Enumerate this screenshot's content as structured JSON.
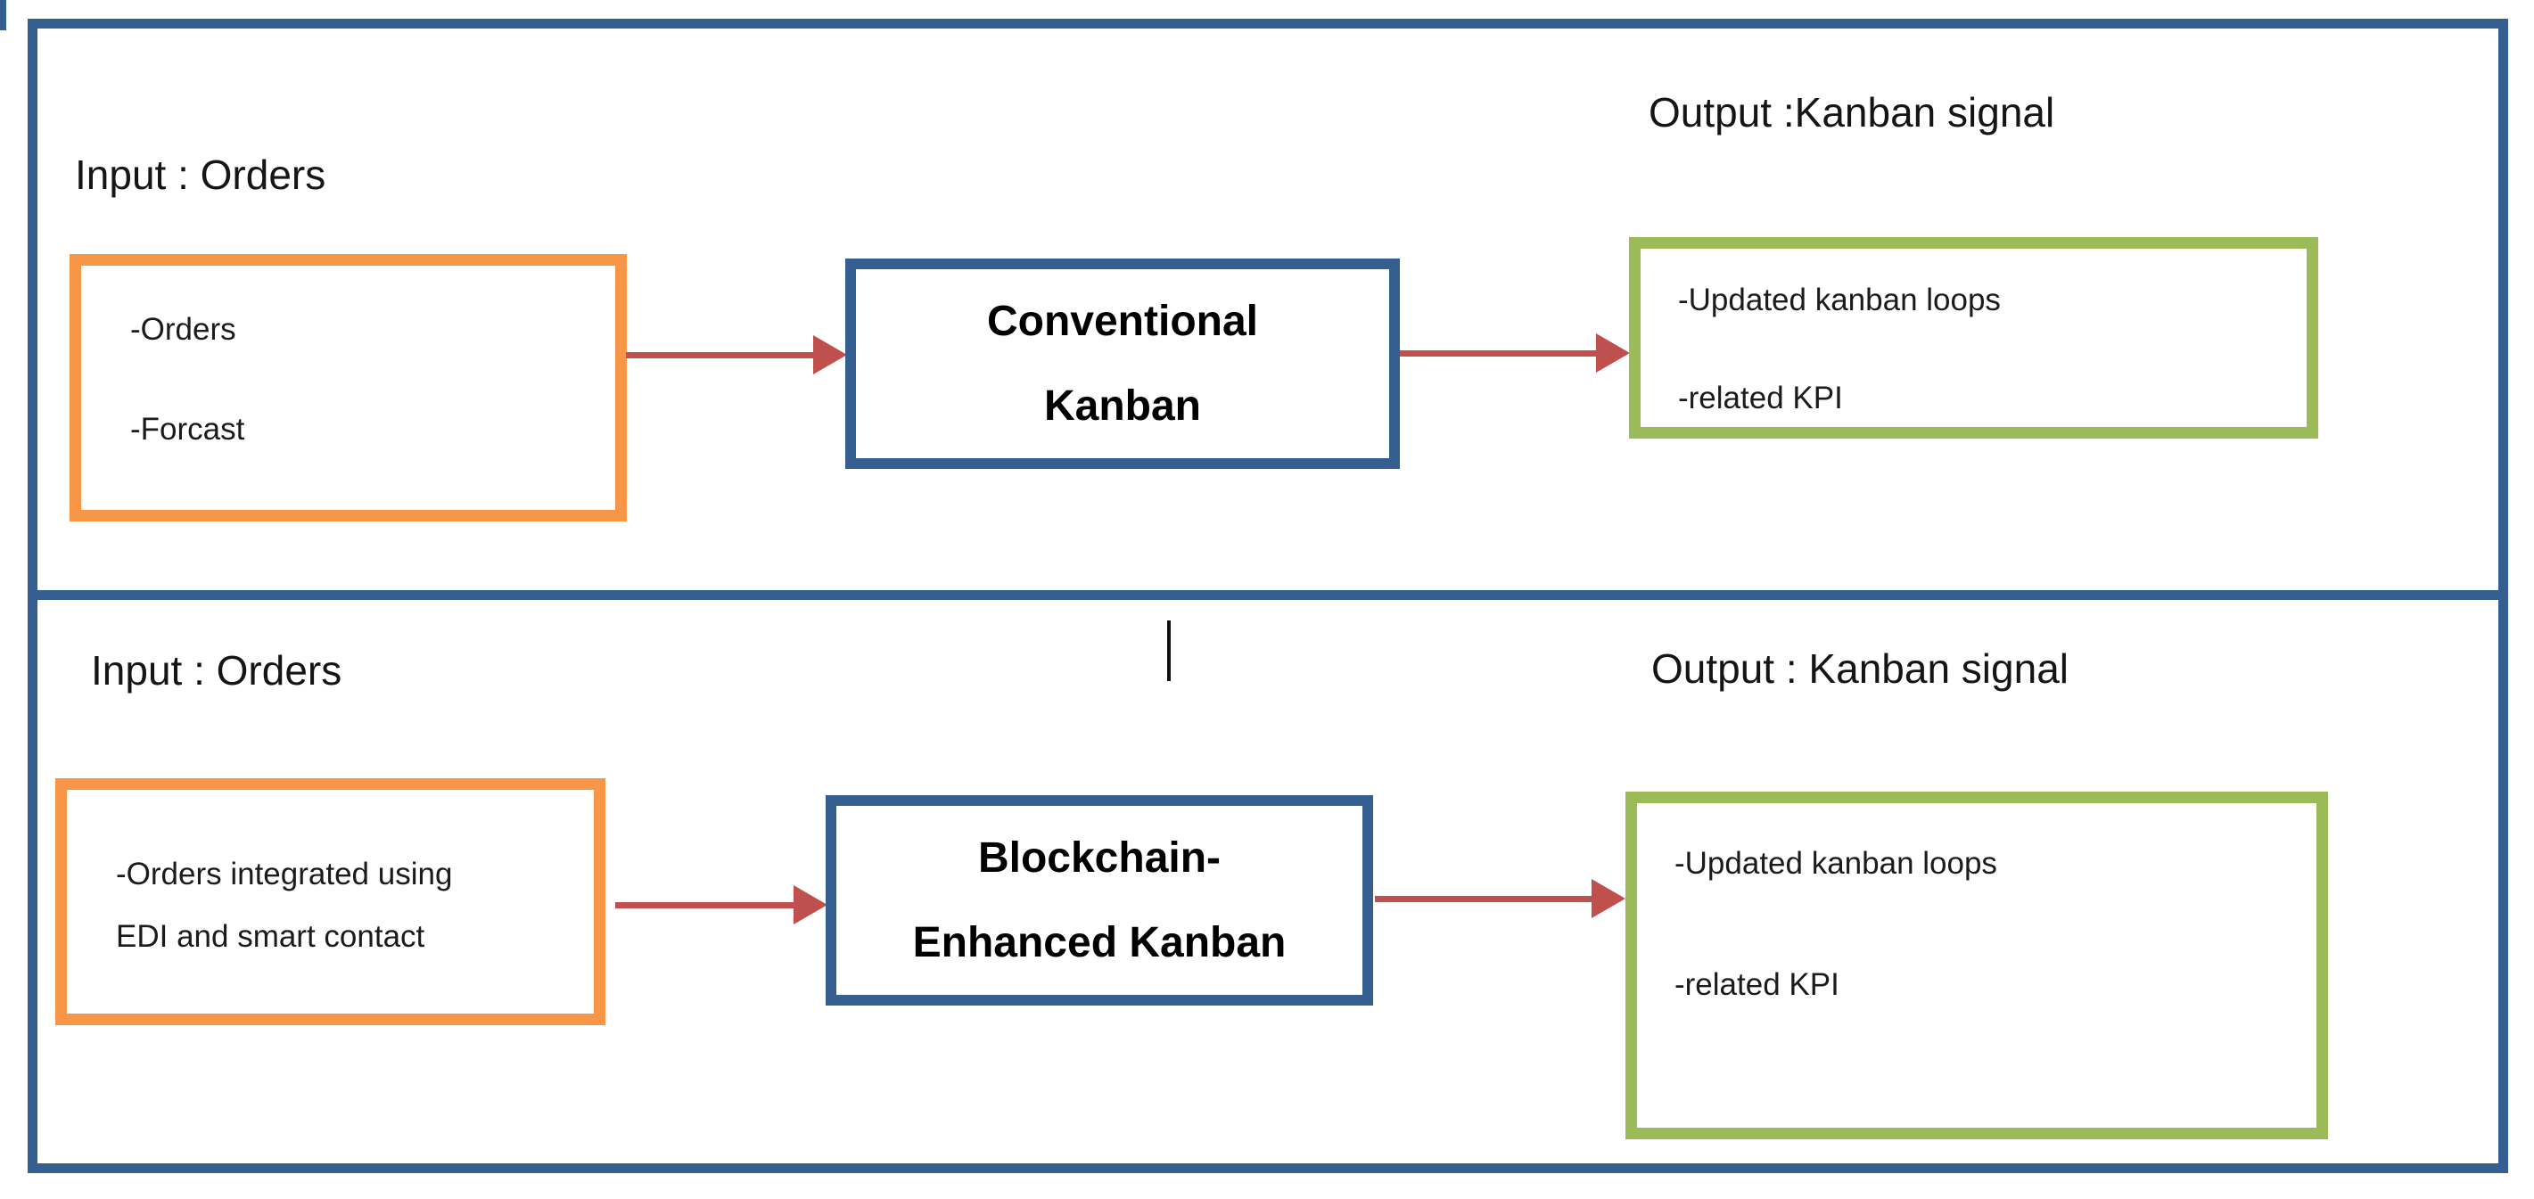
{
  "palette": {
    "frame_blue": "#365F91",
    "input_orange": "#F79646",
    "output_green": "#9BBB59",
    "arrow_red": "#C0504D",
    "text_black": "#1b1b1b"
  },
  "top": {
    "input_label": "Input : Orders",
    "output_label": "Output :Kanban signal",
    "input_box": {
      "lines": [
        "-Orders",
        "-Forcast"
      ]
    },
    "process_box": {
      "lines": [
        "Conventional",
        "Kanban"
      ]
    },
    "output_box": {
      "lines": [
        "-Updated kanban loops",
        "-related KPI"
      ]
    }
  },
  "bottom": {
    "input_label": "Input : Orders",
    "output_label": "Output : Kanban signal",
    "input_box": {
      "lines": [
        "-Orders integrated using",
        "EDI and smart contact"
      ]
    },
    "process_box": {
      "lines": [
        "Blockchain-",
        "Enhanced Kanban"
      ]
    },
    "output_box": {
      "lines": [
        "-Updated kanban loops",
        "-related KPI"
      ]
    }
  }
}
